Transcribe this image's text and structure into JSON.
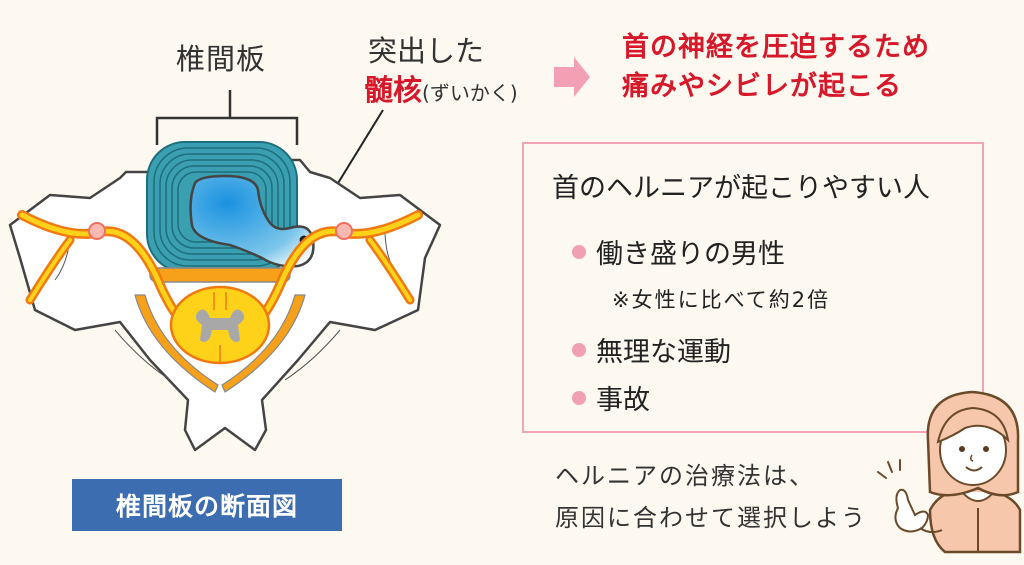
{
  "labels": {
    "disc": "椎間板",
    "protruded_line1": "突出した",
    "nucleus": "髄核",
    "nucleus_reading": "(ずいかく)"
  },
  "result": {
    "line1": "首の神経を圧迫するため",
    "line2": "痛みやシビレが起こる"
  },
  "info_box": {
    "title": "首のヘルニアが起こりやすい人",
    "items": [
      {
        "label": "働き盛りの男性",
        "note": "※女性に比べて約2倍"
      },
      {
        "label": "無理な運動"
      },
      {
        "label": "事故"
      }
    ]
  },
  "caption": "椎間板の断面図",
  "advice": {
    "line1": "ヘルニアの治療法は、",
    "line2": "原因に合わせて選択しよう"
  },
  "colors": {
    "background": "#fdf9f0",
    "accent_red": "#d7182a",
    "pink": "#f0a0b0",
    "caption_blue": "#3c6db0",
    "disc_teal": "#3a9fb0",
    "nucleus_blue": "#2a9fe0",
    "nerve_yellow": "#ffd21a",
    "nerve_orange": "#f07a10"
  }
}
